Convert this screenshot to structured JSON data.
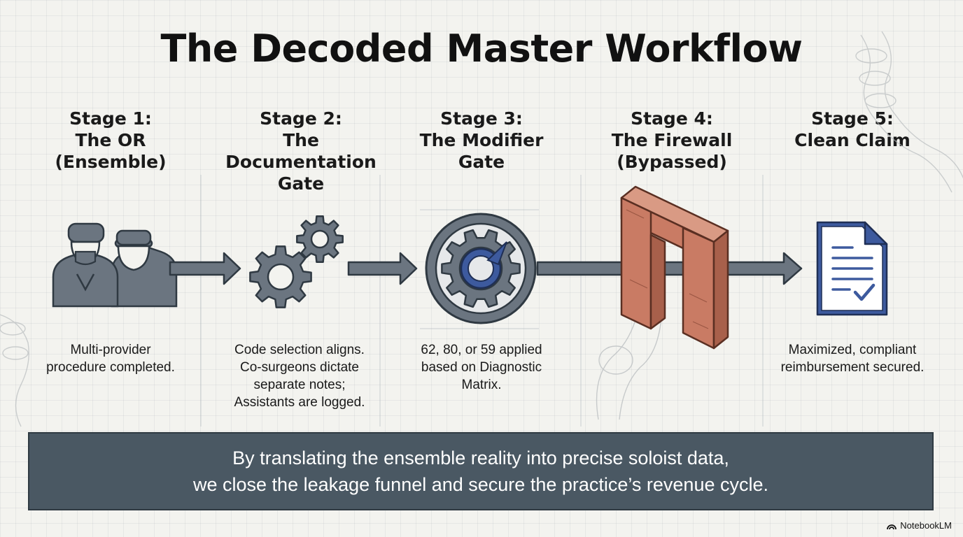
{
  "title": "The Decoded Master Workflow",
  "stages": [
    {
      "heading": [
        "Stage 1:",
        "The OR",
        "(Ensemble)"
      ],
      "icon": "surgeons-icon",
      "description": [
        "Multi-provider",
        "procedure completed."
      ]
    },
    {
      "heading": [
        "Stage 2:",
        "The Documentation",
        "Gate"
      ],
      "icon": "gears-icon",
      "description": [
        "Code selection aligns.",
        "Co-surgeons dictate",
        "separate notes;",
        "Assistants are logged."
      ]
    },
    {
      "heading": [
        "Stage 3:",
        "The Modifier",
        "Gate"
      ],
      "icon": "gauge-gear-icon",
      "description": [
        "62, 80, or 59 applied",
        "based on Diagnostic",
        "Matrix."
      ]
    },
    {
      "heading": [
        "Stage 4:",
        "The Firewall",
        "(Bypassed)"
      ],
      "icon": "brick-wall-icon",
      "description": []
    },
    {
      "heading": [
        "Stage 5:",
        "Clean Claim"
      ],
      "icon": "document-check-icon",
      "description": [
        "Maximized, compliant",
        "reimbursement secured."
      ]
    }
  ],
  "banner": {
    "line1": "By translating the ensemble reality into precise soloist data,",
    "line2": "we close the leakage funnel and secure the practice’s revenue cycle."
  },
  "brand": "NotebookLM",
  "colors": {
    "icon_gray": "#6b7580",
    "icon_dark": "#2f3942",
    "accent_blue": "#3d5a9e",
    "brick": "#c97b64",
    "banner_bg": "#4a5863"
  }
}
